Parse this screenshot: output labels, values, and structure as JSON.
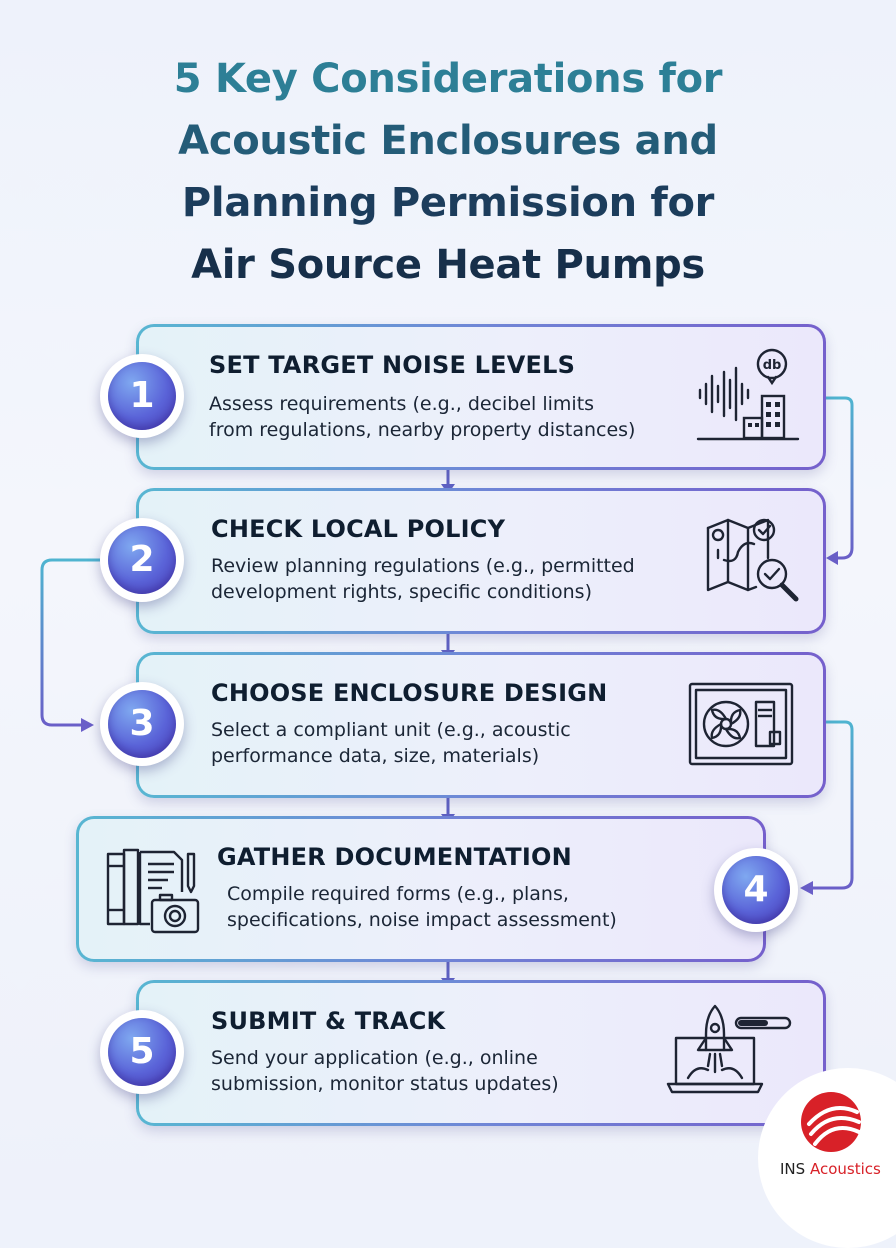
{
  "title": {
    "line1": "5 Key Considerations for",
    "line2": "Acoustic Enclosures and",
    "line3": "Planning Permission for",
    "line4": "Air Source Heat Pumps"
  },
  "steps": [
    {
      "number": "1",
      "title": "SET TARGET NOISE LEVELS",
      "desc_line1": "Assess requirements (e.g., decibel limits",
      "desc_line2": "from regulations, nearby property distances)",
      "icon": "decibel-building-icon",
      "icon_label": "db"
    },
    {
      "number": "2",
      "title": "CHECK LOCAL POLICY",
      "desc_line1": "Review planning regulations (e.g., permitted",
      "desc_line2": "development rights, specific conditions)",
      "icon": "map-magnifier-icon"
    },
    {
      "number": "3",
      "title": "CHOOSE ENCLOSURE DESIGN",
      "desc_line1": "Select a compliant unit (e.g., acoustic",
      "desc_line2": "performance data, size, materials)",
      "icon": "heat-pump-unit-icon"
    },
    {
      "number": "4",
      "title": "GATHER DOCUMENTATION",
      "desc_line1": "Compile required forms (e.g., plans,",
      "desc_line2": "specifications, noise impact assessment)",
      "icon": "documents-camera-icon"
    },
    {
      "number": "5",
      "title": "SUBMIT & TRACK",
      "desc_line1": "Send your application (e.g., online",
      "desc_line2": "submission, monitor status updates)",
      "icon": "laptop-rocket-icon"
    }
  ],
  "logo": {
    "brand_ins": "INS",
    "brand_acoustics": "Acoustics"
  },
  "colors": {
    "badge": "#5a63d8",
    "connector": "#6a5fc8",
    "connector_teal": "#4fb4d0",
    "title_dark": "#172f4a",
    "title_teal": "#2d7f96",
    "logo_red": "#d82128"
  }
}
